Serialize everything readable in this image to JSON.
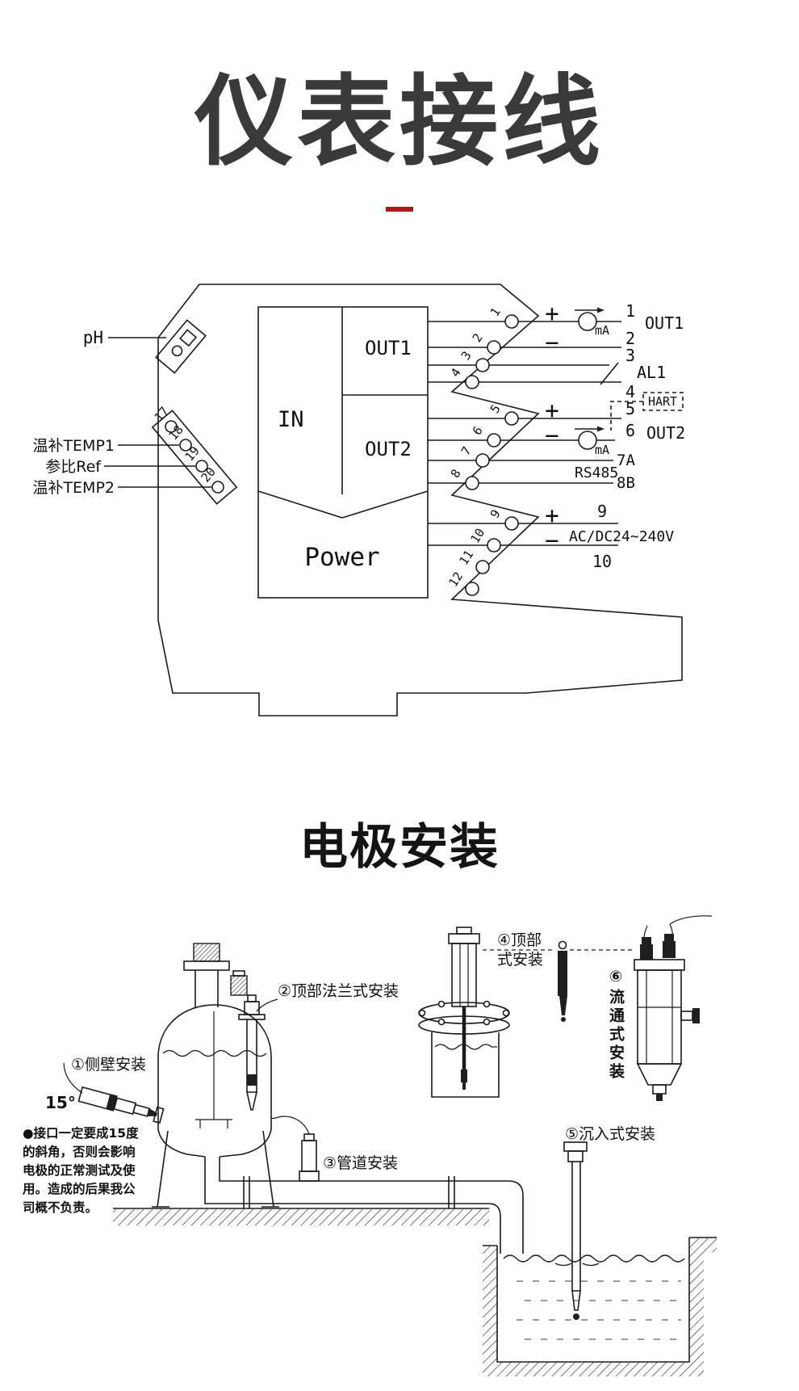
{
  "titles": {
    "wiring": "仪表接线",
    "installation": "电极安装"
  },
  "wiring": {
    "ph": "pH",
    "box": {
      "in": "IN",
      "out1": "OUT1",
      "out2": "OUT2",
      "power": "Power"
    },
    "left": {
      "temp1": "温补TEMP1",
      "ref": "参比Ref",
      "temp2": "温补TEMP2",
      "terminals": [
        "17",
        "18",
        "19",
        "20"
      ]
    },
    "terminals": [
      "1",
      "2",
      "3",
      "4",
      "5",
      "6",
      "7",
      "8",
      "9",
      "10",
      "11",
      "12"
    ],
    "out1": {
      "plus": "+",
      "minus": "−",
      "ma": "mA",
      "t1": "1",
      "t2": "2",
      "label": "OUT1"
    },
    "al1": {
      "t3": "3",
      "t4": "4",
      "label": "AL1"
    },
    "hart": "HART",
    "out2": {
      "plus": "+",
      "minus": "−",
      "ma": "mA",
      "t5": "5",
      "t6": "6",
      "label": "OUT2"
    },
    "rs485": {
      "t7": "7A",
      "t8": "8B",
      "label": "RS485"
    },
    "power": {
      "plus": "+",
      "minus": "−",
      "t9": "9",
      "t10": "10",
      "label": "AC/DC24~240V"
    }
  },
  "installation": {
    "item1": "①侧壁安装",
    "angle": "15°",
    "item2": "②顶部法兰式安装",
    "item3": "③管道安装",
    "item4_line1": "④顶部",
    "item4_line2": "式安装",
    "item5": "⑤沉入式安装",
    "item6": "⑥流通式安装",
    "warning": [
      "●接口一定要成15度",
      "的斜角，否则会影响",
      "电极的正常测试及使",
      "用。造成的后果我公",
      "司概不负责。"
    ]
  }
}
